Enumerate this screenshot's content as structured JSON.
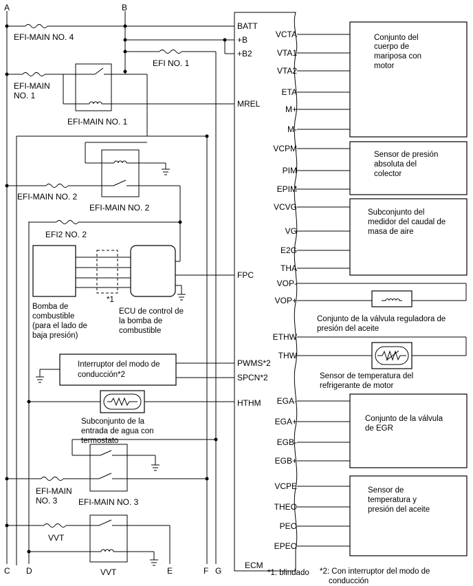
{
  "bus_labels": {
    "a": "A",
    "b": "B",
    "c": "C",
    "d": "D",
    "e": "E",
    "f": "F",
    "g": "G"
  },
  "fuses": {
    "efi_main_4": "EFI-MAIN NO. 4",
    "efi_main_1_a": "EFI-MAIN",
    "efi_main_1_b": "NO. 1",
    "efi_no_1": "EFI NO. 1",
    "efi_main_2": "EFI-MAIN NO. 2",
    "efi2_no_2": "EFI2 NO. 2",
    "efi_main_3_a": "EFI-MAIN",
    "efi_main_3_b": "NO. 3",
    "vvt": "VVT"
  },
  "relays": {
    "efi_main_1": "EFI-MAIN NO. 1",
    "efi_main_2": "EFI-MAIN NO. 2",
    "efi_main_3": "EFI-MAIN NO. 3",
    "vvt": "VVT"
  },
  "components": {
    "shield_note": "*1",
    "fuel_pump": [
      "Bomba de",
      "combustible",
      "(para el lado de",
      "baja presión)"
    ],
    "fuel_pump_ecu": [
      "ECU de control de",
      "la bomba de",
      "combustible"
    ],
    "drive_mode_switch": [
      "Interruptor del modo de",
      "conducción*2"
    ],
    "water_inlet": [
      "Subconjunto de la",
      "entrada de agua con",
      "termostato"
    ],
    "oil_valve": [
      "Conjunto de la válvula reguladora de",
      "presión del aceite"
    ],
    "coolant_sensor": [
      "Sensor de temperatura del",
      "refrigerante de motor"
    ],
    "throttle": [
      "Conjunto del",
      "cuerpo de",
      "mariposa con",
      "motor"
    ],
    "map_sensor": [
      "Sensor de presión",
      "absoluta del",
      "colector"
    ],
    "mass_air": [
      "Subconjunto del",
      "medidor del caudal de",
      "masa de aire"
    ],
    "egr_valve": [
      "Conjunto de la válvula",
      "de EGR"
    ],
    "oil_temp_press": [
      "Sensor de",
      "temperatura y",
      "presión del aceite"
    ]
  },
  "ecm": {
    "name": "ECM",
    "left_pins": [
      "BATT",
      "+B",
      "+B2",
      "MREL",
      "FPC",
      "PWMS*2",
      "SPCN*2",
      "HTHM"
    ],
    "right_pins": [
      "VCTA",
      "VTA1",
      "VTA2",
      "ETA",
      "M+",
      "M-",
      "VCPM",
      "PIM",
      "EPIM",
      "VCVG",
      "VG",
      "E2G",
      "THA",
      "VOP-",
      "VOP+",
      "ETHW",
      "THW",
      "EGA-",
      "EGA+",
      "EGB-",
      "EGB+",
      "VCPE",
      "THEO",
      "PEO",
      "EPEO"
    ]
  },
  "footnotes": {
    "note1": "*1: blindado",
    "note2_a": "*2: Con interruptor del modo de",
    "note2_b": "conducción"
  }
}
